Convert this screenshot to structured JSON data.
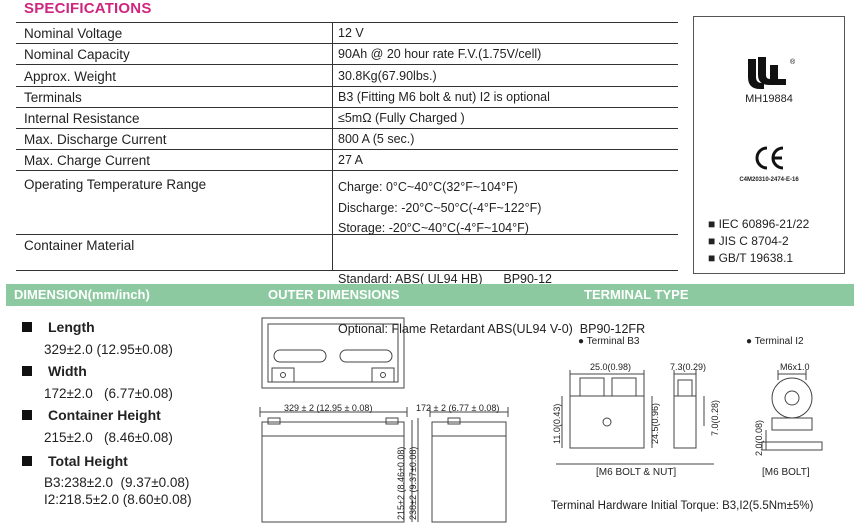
{
  "section_title": "SPECIFICATIONS",
  "specs": [
    {
      "label": "Nominal Voltage",
      "values": [
        "12 V"
      ]
    },
    {
      "label": "Nominal Capacity",
      "values": [
        "90Ah @ 20 hour rate F.V.(1.75V/cell)"
      ]
    },
    {
      "label": "Approx. Weight",
      "values": [
        "30.8Kg(67.90lbs.)"
      ]
    },
    {
      "label": "Terminals",
      "values": [
        "B3 (Fitting M6 bolt & nut) I2 is optional"
      ]
    },
    {
      "label": "Internal Resistance",
      "values": [
        "≤5mΩ  (Fully Charged )"
      ]
    },
    {
      "label": "Max. Discharge Current",
      "values": [
        "800 A (5 sec.)"
      ]
    },
    {
      "label": "Max. Charge Current",
      "values": [
        "27 A"
      ]
    },
    {
      "label": "Operating Temperature Range",
      "values": [
        "Charge: 0°C~40°C(32°F~104°F)",
        "Discharge: -20°C~50°C(-4°F~122°F)",
        "Storage: -20°C~40°C(-4°F~104°F)"
      ]
    },
    {
      "label": "Container Material",
      "values": [
        "Standard: ABS( UL94 HB)      BP90-12",
        "Optional: Flame Retardant ABS(UL94 V-0)  BP90-12FR"
      ]
    }
  ],
  "certifications": {
    "ul_code": "MH19884",
    "ce_code": "C4M20310-2474-E-16",
    "standards": [
      "IEC 60896-21/22",
      "JIS C 8704-2",
      "GB/T 19638.1"
    ]
  },
  "banner": {
    "dimension": "DIMENSION(mm/inch)",
    "outer": "OUTER DIMENSIONS",
    "terminal": "TERMINAL TYPE"
  },
  "dimensions": [
    {
      "label": "Length",
      "values": [
        "329±2.0  (12.95±0.08)"
      ]
    },
    {
      "label": "Width",
      "values": [
        "172±2.0   (6.77±0.08)"
      ]
    },
    {
      "label": "Container Height",
      "values": [
        "215±2.0   (8.46±0.08)"
      ]
    },
    {
      "label": "Total  Height",
      "values": [
        "B3:238±2.0  (9.37±0.08)",
        "I2:218.5±2.0 (8.60±0.08)"
      ]
    }
  ],
  "outer_dims": {
    "length": "329 ± 2 (12.95 ± 0.08)",
    "width": "172 ± 2 (6.77 ± 0.08)",
    "height1": "215±2 (8.46±0.08)",
    "height2": "238±2 (9.37±0.08)"
  },
  "terminals": {
    "b3_title": "●  Terminal B3",
    "i2_title": "●  Terminal I2",
    "b3_width": "25.0(0.98)",
    "b3_thick": "7.3(0.29)",
    "b3_h1": "11.0(0.43)",
    "b3_h2": "24.5(0.96)",
    "b3_h3": "7.0(0.28)",
    "b3_caption": "[M6 BOLT & NUT]",
    "i2_bolt": "M6x1.0",
    "i2_h": "2.0(0.08)",
    "i2_caption": "[M6 BOLT]"
  },
  "torque": "Terminal Hardware Initial Torque: B3,I2(5.5Nm±5%)"
}
